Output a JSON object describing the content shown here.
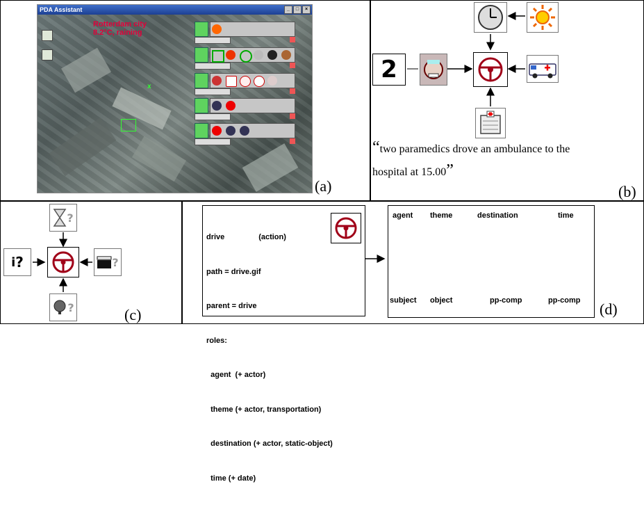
{
  "panel_a": {
    "window_title": "PDA Assistant",
    "city_line1": "Rotterdam city",
    "city_line2": "8.2°C, raining",
    "label": "(a)",
    "messages": [
      {
        "icons": [
          "explosion-icon"
        ]
      },
      {
        "icons": [
          "square-icon",
          "fire-icon",
          "circle-icon",
          "cloud-icon",
          "skull-icon",
          "person-icon"
        ]
      },
      {
        "icons": [
          "victim-icon",
          "ambulance-icon",
          "medic-icon",
          "eye-icon",
          "paramedic-icon"
        ]
      },
      {
        "icons": [
          "police-icon",
          "no-entry-icon"
        ]
      },
      {
        "icons": [
          "no-entry-icon",
          "police-icon",
          "police-icon"
        ]
      }
    ]
  },
  "panel_b": {
    "caption_open": "“",
    "caption_l1": "two paramedics drove an ambulance to the",
    "caption_l2": "hospital at 15.00",
    "caption_close": "”",
    "label": "(b)",
    "number_glyph": "2"
  },
  "panel_c": {
    "label": "(c)",
    "q": "?"
  },
  "panel_d": {
    "label": "(d)",
    "frame_lines": [
      "drive                (action)",
      "path = drive.gif",
      "parent = drive",
      "roles:",
      "  agent  (+ actor)",
      "  theme (+ actor, transportation)",
      "  destination (+ actor, static-object)",
      "  time (+ date)"
    ],
    "roles": [
      "agent",
      "theme",
      "destination",
      "time"
    ],
    "syntax": [
      "subject",
      "object",
      "pp-comp",
      "pp-comp"
    ]
  }
}
